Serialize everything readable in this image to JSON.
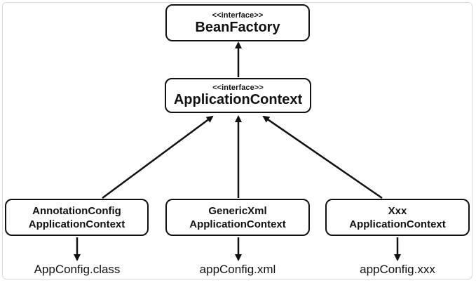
{
  "nodes": {
    "bean_factory": {
      "stereotype": "<<interface>>",
      "name": "BeanFactory"
    },
    "application_context": {
      "stereotype": "<<interface>>",
      "name": "ApplicationContext"
    },
    "annotation_config": {
      "line1": "AnnotationConfig",
      "line2": "ApplicationContext"
    },
    "generic_xml": {
      "line1": "GenericXml",
      "line2": "ApplicationContext"
    },
    "xxx": {
      "line1": "Xxx",
      "line2": "ApplicationContext"
    }
  },
  "config_sources": {
    "annotation_config": "AppConfig.class",
    "generic_xml": "appConfig.xml",
    "xxx": "appConfig.xxx"
  },
  "colors": {
    "stroke": "#111111",
    "background": "#ffffff",
    "frame": "#d9d9d9"
  }
}
